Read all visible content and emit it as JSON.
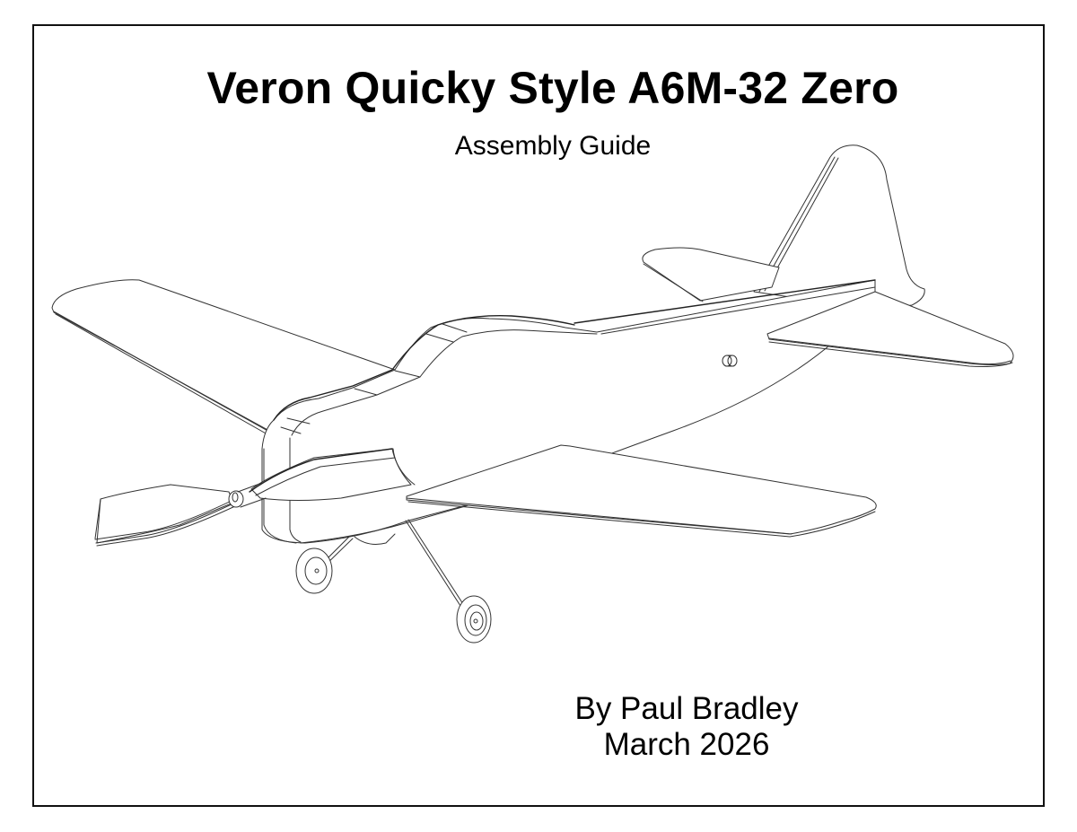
{
  "document": {
    "title": "Veron Quicky Style A6M-32 Zero",
    "subtitle": "Assembly Guide",
    "author_line": "By Paul Bradley",
    "date_line": "March 2026"
  },
  "illustration": {
    "subject": "airplane-line-drawing",
    "description": "Isometric line drawing of a model A6M-32 Zero airplane with propeller, wings, tail and landing gear"
  },
  "colors": {
    "background": "#ffffff",
    "text": "#000000",
    "frame": "#111111",
    "lines": "#333333"
  }
}
